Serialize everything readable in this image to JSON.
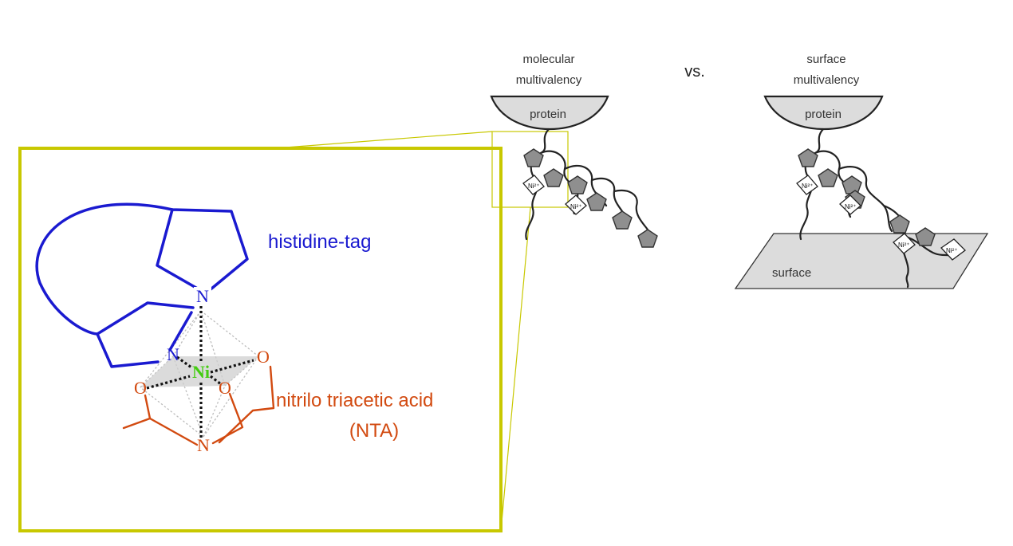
{
  "colors": {
    "frame": "#c8c800",
    "histidine": "#1a1ad0",
    "nta": "#d24a10",
    "nickel": "#44cc11",
    "grey": "#bdbdbd"
  },
  "left_panel": {
    "histidine_label": "histidine-tag",
    "nta_label_line1": "nitrilo triacetic acid",
    "nta_label_line2": "(NTA)",
    "atoms": {
      "n_top": "N",
      "n_mid": "N",
      "ni": "Ni",
      "o_right": "O",
      "o_left": "O",
      "o_center": "O",
      "n_bottom": "N"
    }
  },
  "molecular": {
    "title_line1": "molecular",
    "title_line2": "multivalency",
    "protein_label": "protein",
    "ni_label": "Ni²⁺"
  },
  "vs_label": "vs.",
  "surface": {
    "title_line1": "surface",
    "title_line2": "multivalency",
    "protein_label": "protein",
    "surface_label": "surface",
    "ni_label": "Ni²⁺"
  }
}
